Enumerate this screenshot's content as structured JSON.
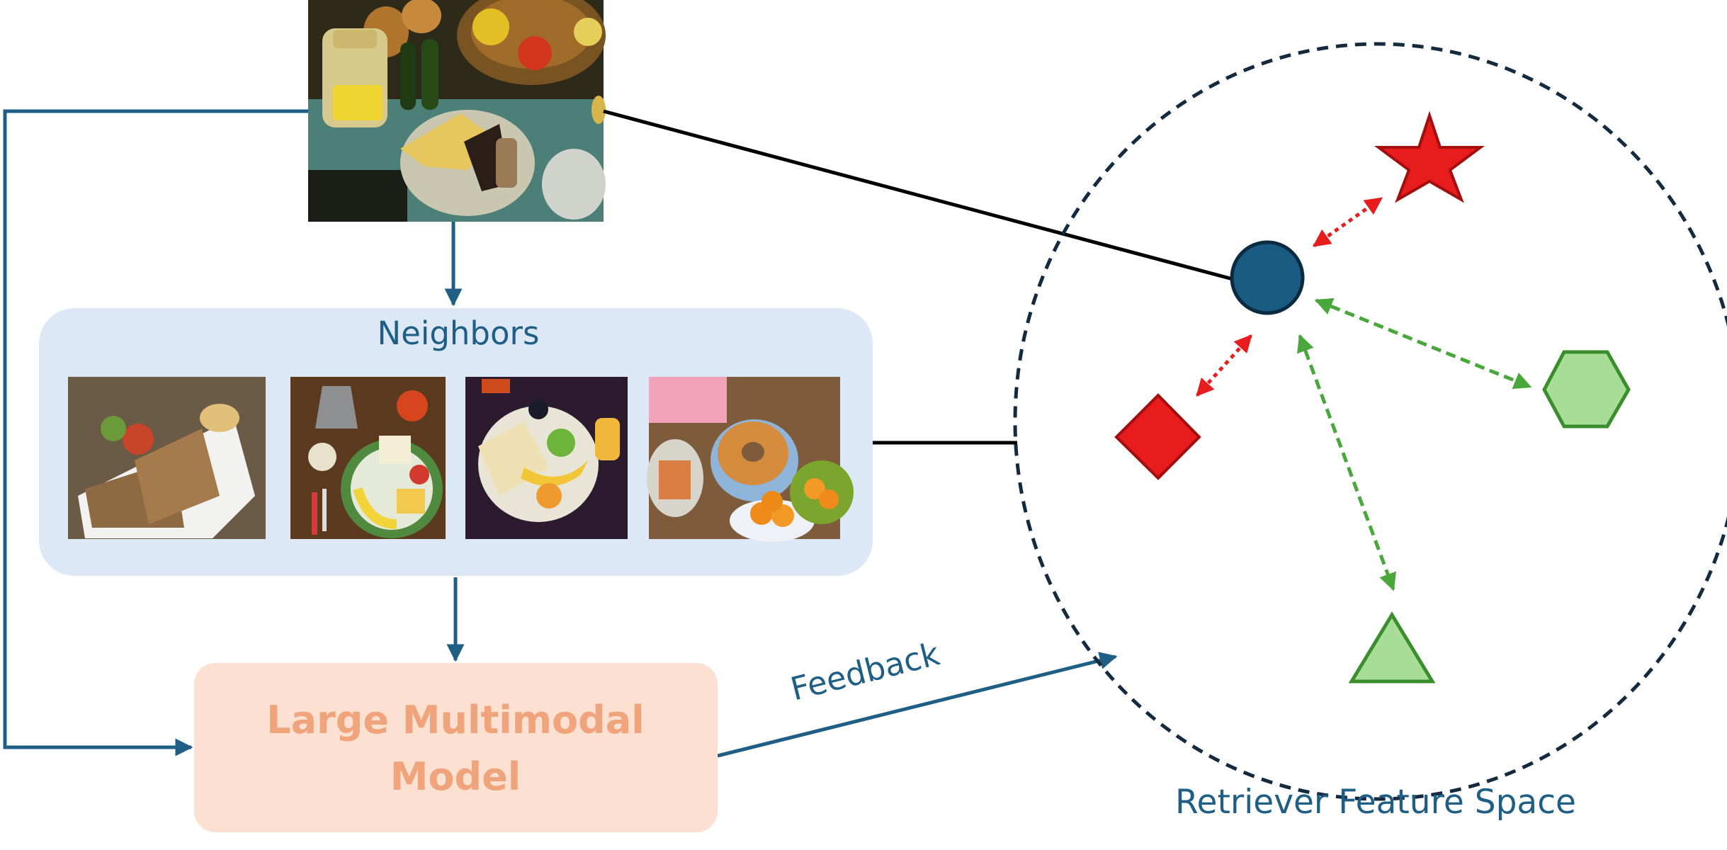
{
  "labels": {
    "neighbors": "Neighbors",
    "lmm_line1": "Large Multimodal",
    "lmm_line2": "Model",
    "feedback": "Feedback",
    "feature_space": "Retriever Feature Space"
  },
  "colors": {
    "flow_blue": "#1f5f86",
    "neighbors_bg": "#dce8f6",
    "lmm_bg": "#fce0d2",
    "lmm_text": "#f0a47b",
    "query_circle": "#1a5b82",
    "red_shape": "#e81c1c",
    "green_fill": "#a8dd98",
    "green_stroke": "#3a8f2c",
    "green_arrow": "#4aa73b",
    "dashed_circle": "#142a3e"
  },
  "images": {
    "query": "food-photo-table-with-vegetables-and-bread",
    "neighbors": [
      "sandwich-plate",
      "breakfast-table",
      "plate-with-bread-and-fruit",
      "donut-and-oranges"
    ]
  },
  "shapes": [
    "query-circle",
    "star",
    "diamond",
    "hexagon",
    "triangle"
  ]
}
